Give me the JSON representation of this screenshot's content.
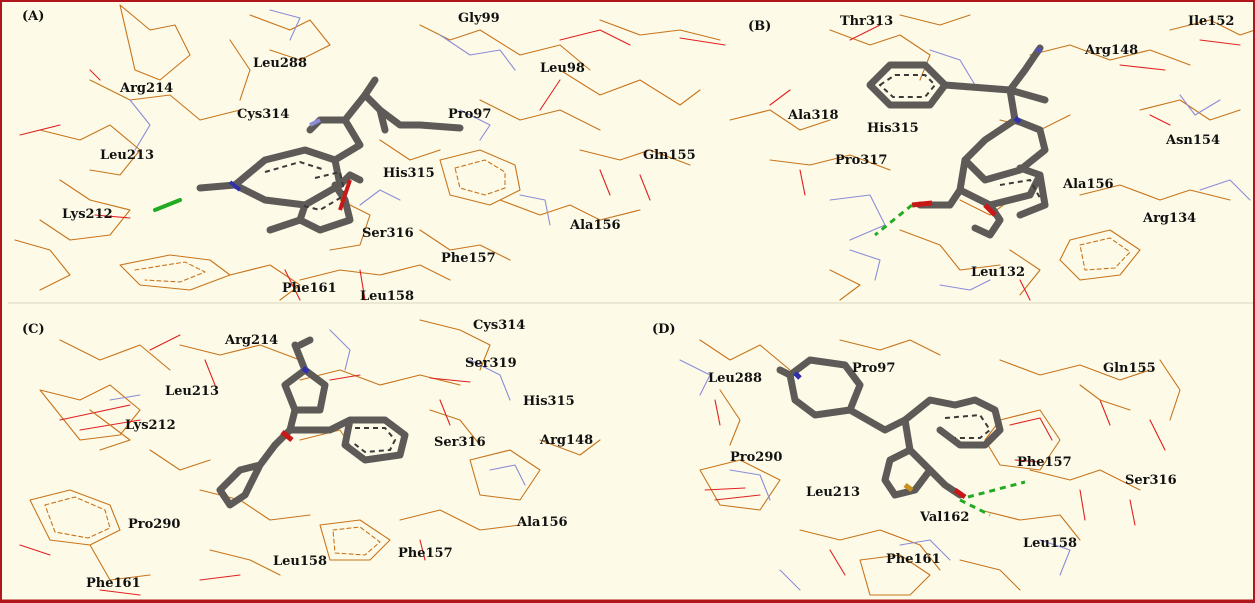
{
  "colors": {
    "background": "#fdfbe8",
    "border": "#b0171c",
    "carbon_wire": "#c8741c",
    "nitrogen_wire": "#8c8cd8",
    "oxygen_wire": "#e02020",
    "ligand": "#5e5a58",
    "hbond": "#22aa22"
  },
  "panels": [
    {
      "label": "(A)",
      "residues": [
        "Gly99",
        "Leu288",
        "Leu98",
        "Arg214",
        "Cys314",
        "Pro97",
        "Leu213",
        "Gln155",
        "His315",
        "Lys212",
        "Ser316",
        "Ala156",
        "Phe157",
        "Phe161",
        "Leu158"
      ]
    },
    {
      "label": "(B)",
      "residues": [
        "Thr313",
        "Ile152",
        "Arg148",
        "Ala318",
        "His315",
        "Asn154",
        "Pro317",
        "Ala156",
        "Arg134",
        "Leu132"
      ]
    },
    {
      "label": "(C)",
      "residues": [
        "Cys314",
        "Arg214",
        "Ser319",
        "Leu213",
        "His315",
        "Lys212",
        "Ser316",
        "Arg148",
        "Pro290",
        "Ala156",
        "Phe157",
        "Leu158",
        "Phe161"
      ]
    },
    {
      "label": "(D)",
      "residues": [
        "Pro97",
        "Leu288",
        "Gln155",
        "Pro290",
        "Phe157",
        "Leu213",
        "Ser316",
        "Val162",
        "Leu158",
        "Phe161"
      ]
    }
  ]
}
